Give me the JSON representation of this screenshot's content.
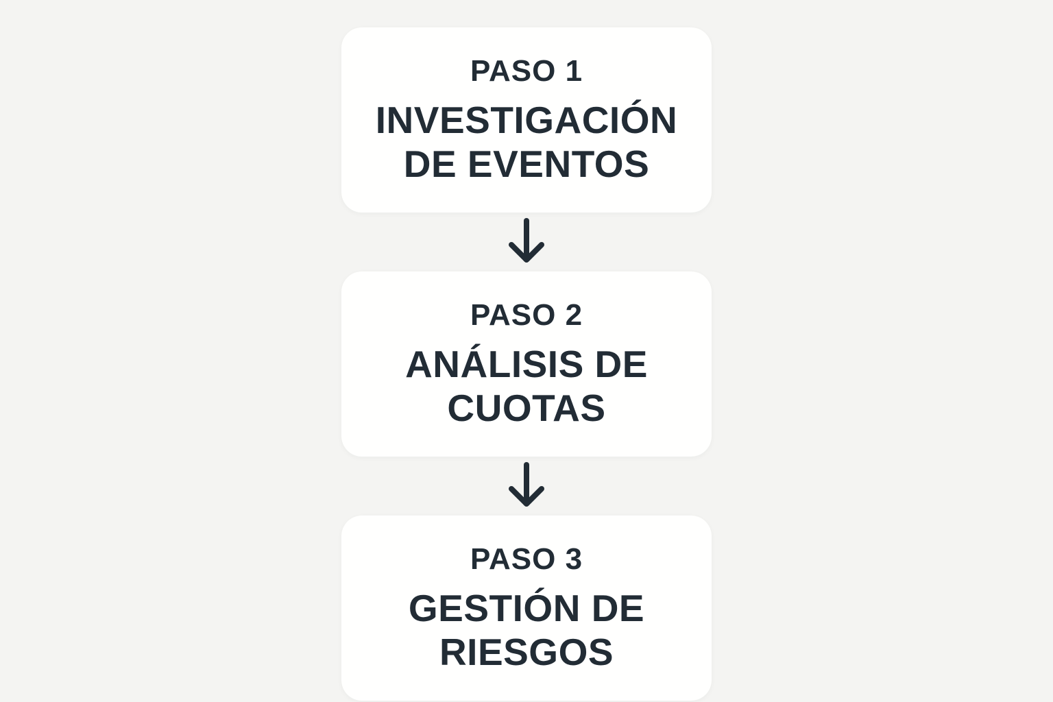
{
  "diagram": {
    "type": "vertical-step-flowchart",
    "steps": [
      {
        "label": "PASO 1",
        "title": "INVESTIGACIÓN DE EVENTOS"
      },
      {
        "label": "PASO 2",
        "title": "ANÁLISIS DE CUOTAS"
      },
      {
        "label": "PASO 3",
        "title": "GESTIÓN DE RIESGOS"
      }
    ],
    "connectors": [
      {
        "icon": "down-arrow-icon"
      },
      {
        "icon": "down-arrow-icon"
      }
    ]
  },
  "colors": {
    "page_bg": "#f4f4f2",
    "card_bg": "#fffffe",
    "text": "#222c35",
    "arrow": "#222c35"
  }
}
